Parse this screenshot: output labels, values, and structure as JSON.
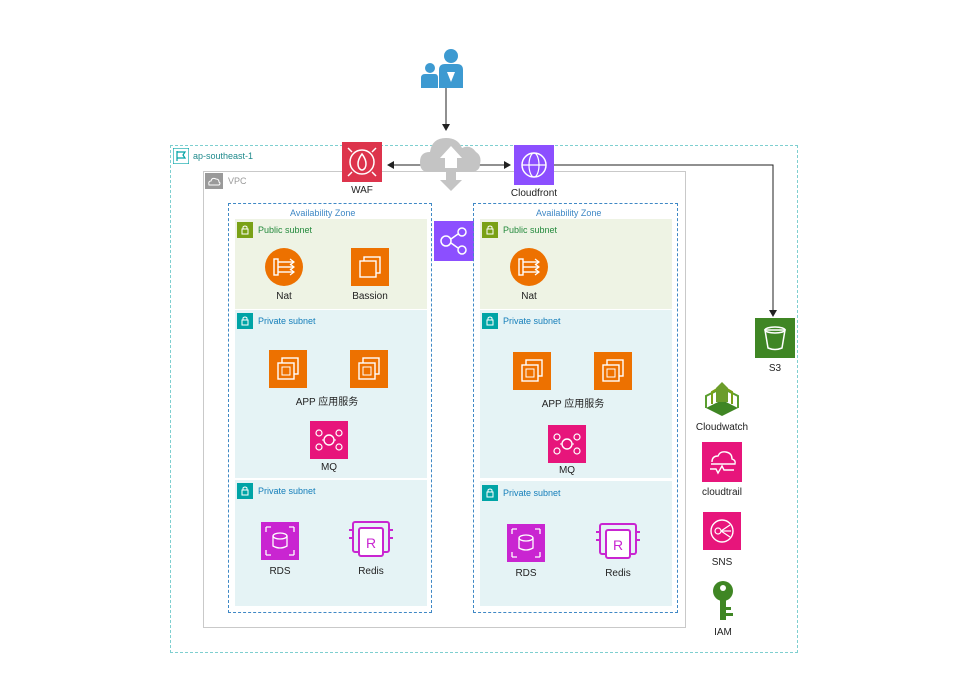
{
  "region": {
    "label": "ap-southeast-1",
    "border_color": "#7ecfd0"
  },
  "vpc": {
    "label": "VPC"
  },
  "edge": {
    "waf": "WAF",
    "cloudfront": "Cloudfront"
  },
  "zones": [
    {
      "title": "Availability Zone",
      "public_subnet": "Public subnet",
      "private_subnet_1": "Private subnet",
      "private_subnet_2": "Private subnet",
      "nat": "Nat",
      "bastion": "Bassion",
      "app": "APP 应用服务",
      "mq": "MQ",
      "rds": "RDS",
      "redis": "Redis"
    },
    {
      "title": "Availability Zone",
      "public_subnet": "Public subnet",
      "private_subnet_1": "Private subnet",
      "private_subnet_2": "Private subnet",
      "nat": "Nat",
      "app": "APP 应用服务",
      "mq": "MQ",
      "rds": "RDS",
      "redis": "Redis"
    }
  ],
  "services": {
    "s3": "S3",
    "cloudwatch": "Cloudwatch",
    "cloudtrail": "cloudtrail",
    "sns": "SNS",
    "iam": "IAM"
  },
  "colors": {
    "compute": "#ed7100",
    "security": "#dd344c",
    "network": "#8c4fff",
    "integration": "#e7157b",
    "database": "#c925d1",
    "storage": "#3f8624",
    "user": "#3d9ad1"
  }
}
